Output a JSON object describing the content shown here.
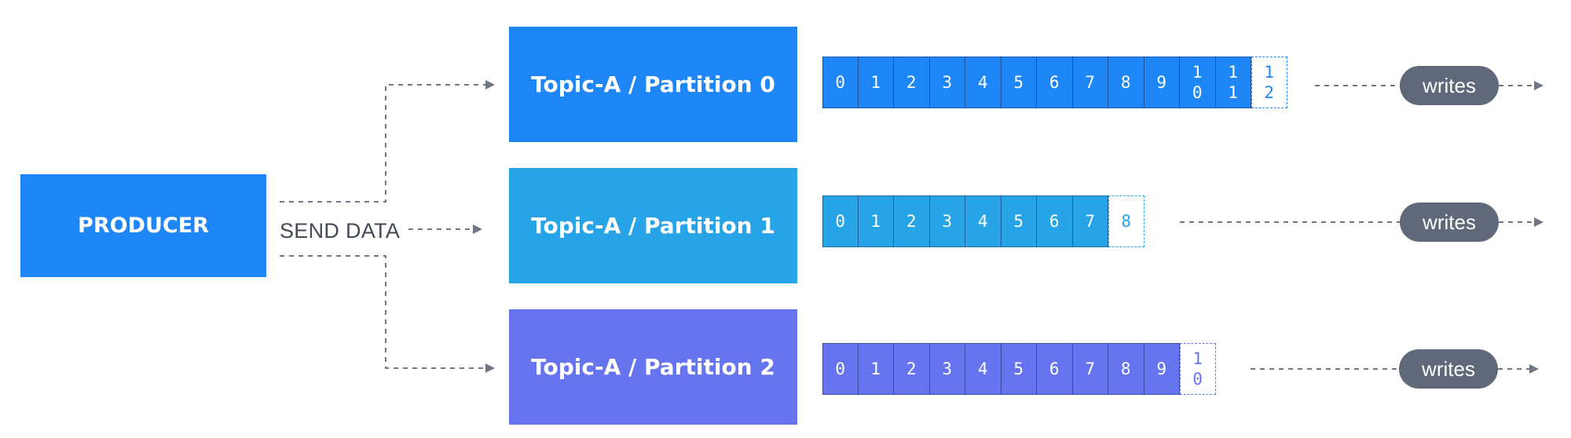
{
  "producer": {
    "label": "PRODUCER"
  },
  "send_data_label": "SEND DATA",
  "colors": {
    "producer": "#1f86f8",
    "partition_0": "#1f86f8",
    "partition_1": "#27a4e7",
    "partition_2": "#6674f0",
    "writes_pill": "#5f6979",
    "connector": "#707784"
  },
  "partitions": [
    {
      "title": "Topic-A / Partition 0",
      "offsets": [
        "0",
        "1",
        "2",
        "3",
        "4",
        "5",
        "6",
        "7",
        "8",
        "9",
        "1\n0",
        "1\n1"
      ],
      "next_offset": "1\n2",
      "writes_label": "writes"
    },
    {
      "title": "Topic-A / Partition 1",
      "offsets": [
        "0",
        "1",
        "2",
        "3",
        "4",
        "5",
        "6",
        "7"
      ],
      "next_offset": "8",
      "writes_label": "writes"
    },
    {
      "title": "Topic-A / Partition 2",
      "offsets": [
        "0",
        "1",
        "2",
        "3",
        "4",
        "5",
        "6",
        "7",
        "8",
        "9"
      ],
      "next_offset": "1\n0",
      "writes_label": "writes"
    }
  ]
}
